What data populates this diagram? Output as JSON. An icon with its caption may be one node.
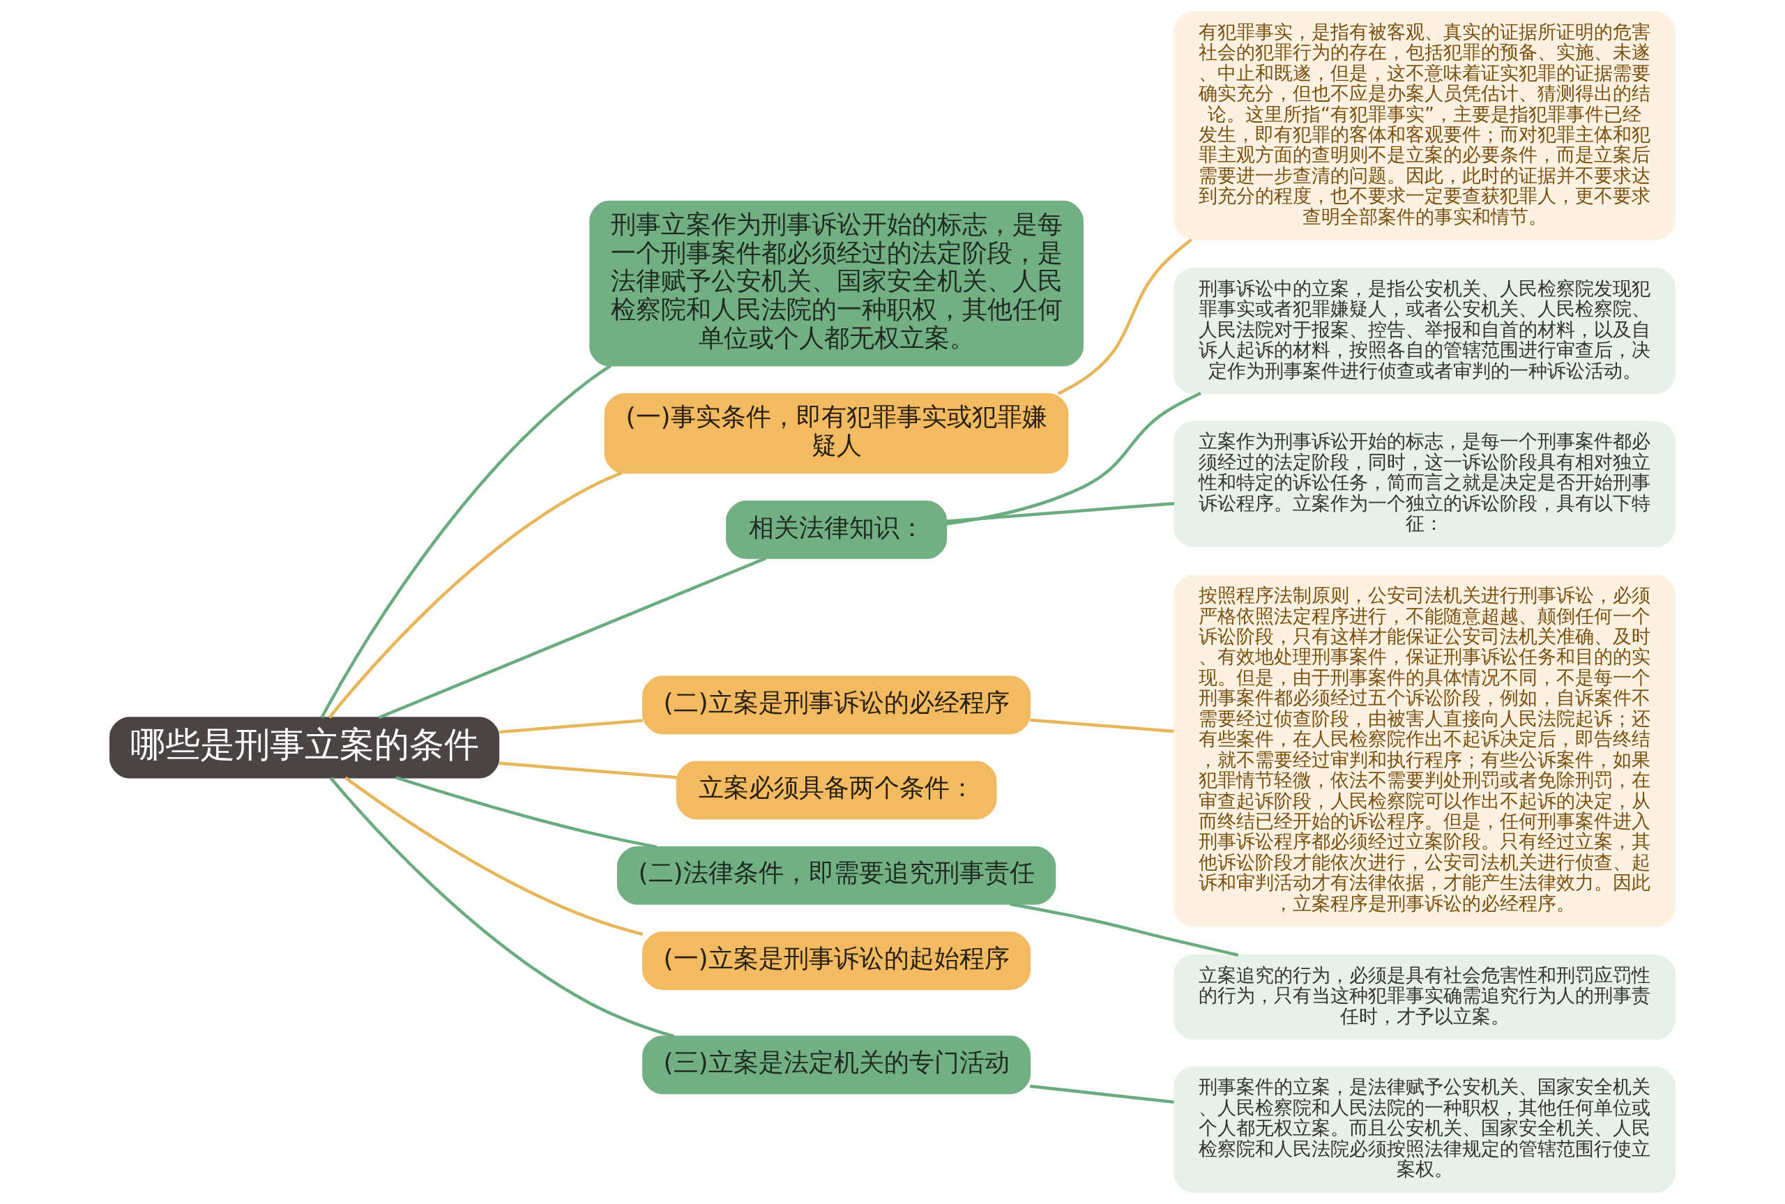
{
  "diagram": {
    "nodes": [
      {
        "text": [
          "哪些是刑事立案的条件"
        ]
      },
      {
        "text": [
          "刑事立案作为刑事诉讼开始的标志，是每一个刑事案件都必须经过的法定阶段，是法律赋予公安机关、国家安全机关、人民检察院和人民法院的一种职权，其他任何单位或个人都无权立案。"
        ]
      },
      {
        "text": [
          "(一)事实条件，即有犯罪事实或犯罪嫌疑人"
        ]
      },
      {
        "text": [
          "有犯罪事实，是指有被客观、真实的证据所证明的危害社会的犯罪行为的存在，包括犯罪的预备、实施、未遂、中止和既遂，但是，这不意味着证实犯罪的证据需要确实充分，但也不应是办案人员凭估计、猜测得出的结论。这里所指“有犯罪事实”，主要是指犯罪事件已经发生，即有犯罪的客体和客观要件；而对犯罪主体和犯罪主观方面的查明则不是立案的必要条件，而是立案后需要进一步查清的问题。因此，此时的证据并不要求达到充分的程度，也不要求一定要查获犯罪人，更不要求查明全部案件的事实和情节。"
        ]
      },
      {
        "text": [
          "相关法律知识："
        ]
      },
      {
        "text": [
          "刑事诉讼中的立案，是指公安机关、人民检察院发现犯罪事实或者犯罪嫌疑人，或者公安机关、人民检察院、人民法院对于报案、控告、举报和自首的材料，以及自诉人起诉的材料，按照各自的管辖范围进行审查后，决定作为刑事案件进行侦查或者审判的一种诉讼活动。"
        ]
      },
      {
        "text": [
          "立案作为刑事诉讼开始的标志，是每一个刑事案件都必须经过的法定阶段，同时，这一诉讼阶段具有相对独立性和特定的诉讼任务，简而言之就是决定是否开始刑事诉讼程序。立案作为一个独立的诉讼阶段，具有以下特征："
        ]
      },
      {
        "text": [
          "(二)立案是刑事诉讼的必经程序"
        ]
      },
      {
        "text": [
          "按照程序法制原则，公安司法机关进行刑事诉讼，必须严格依照法定程序进行，不能随意超越、颠倒任何一个诉讼阶段，只有这样才能保证公安司法机关准确、及时、有效地处理刑事案件，保证刑事诉讼任务和目的的实现。但是，由于刑事案件的具体情况不同，不是每一个刑事案件都必须经过五个诉讼阶段，例如，自诉案件不需要经过侦查阶段，由被害人直接向人民法院起诉；还有些案件，在人民检察院作出不起诉决定后，即告终结，就不需要经过审判和执行程序；有些公诉案件，如果犯罪情节轻微，依法不需要判处刑罚或者免除刑罚，在审查起诉阶段，人民检察院可以作出不起诉的决定，从而终结已经开始的诉讼程序。但是，任何刑事案件进入刑事诉讼程序都必须经过立案阶段。只有经过立案，其他诉讼阶段才能依次进行，公安司法机关进行侦查、起诉和审判活动才有法律依据，才能产生法律效力。因此，立案程序是刑事诉讼的必经程序。"
        ]
      },
      {
        "text": [
          "立案必须具备两个条件："
        ]
      },
      {
        "text": [
          "(二)法律条件，即需要追究刑事责任"
        ]
      },
      {
        "text": [
          "立案追究的行为，必须是具有社会危害性和刑罚应罚性的行为，只有当这种犯罪事实确需追究行为人的刑事责任时，才予以立案。"
        ]
      },
      {
        "text": [
          "(一)立案是刑事诉讼的起始程序"
        ]
      },
      {
        "text": [
          "(三)立案是法定机关的专门活动"
        ]
      },
      {
        "text": [
          "刑事案件的立案，是法律赋予公安机关、国家安全机关、人民检察院和人民法院的一种职权，其他任何单位或个人都无权立案。而且公安机关、国家安全机关、人民检察院和人民法院必须按照法律规定的管辖范围行使立案权。"
        ]
      }
    ],
    "edges": [
      {
        "from": 0,
        "to": 1,
        "arrow": "none"
      },
      {
        "from": 0,
        "to": 2,
        "arrow": "none",
        "color": "#e8b65a"
      },
      {
        "from": 2,
        "to": 3,
        "arrow": "none",
        "color": "#e8b65a"
      },
      {
        "from": 0,
        "to": 4,
        "arrow": "none"
      },
      {
        "from": 4,
        "to": 5,
        "arrow": "none"
      },
      {
        "from": 4,
        "to": 6,
        "arrow": "none"
      },
      {
        "from": 0,
        "to": 7,
        "arrow": "none",
        "color": "#e8b65a"
      },
      {
        "from": 7,
        "to": 8,
        "arrow": "none",
        "color": "#e8b65a"
      },
      {
        "from": 0,
        "to": 9,
        "arrow": "none",
        "color": "#e8b65a"
      },
      {
        "from": 0,
        "to": 10,
        "arrow": "none"
      },
      {
        "from": 10,
        "to": 11,
        "arrow": "none"
      },
      {
        "from": 0,
        "to": 12,
        "arrow": "none",
        "color": "#e8b65a"
      },
      {
        "from": 0,
        "to": 13,
        "arrow": "none"
      },
      {
        "from": 13,
        "to": 14,
        "arrow": "none"
      }
    ]
  }
}
